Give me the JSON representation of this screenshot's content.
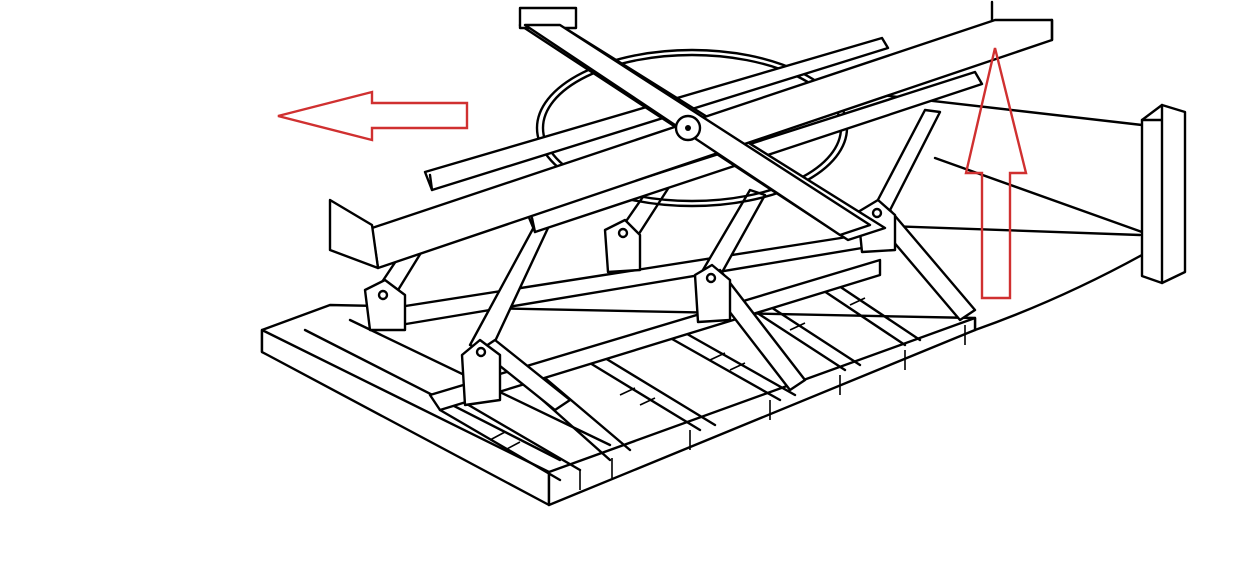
{
  "diagram": {
    "subject": "rotating-scissor-lift-platform",
    "colors": {
      "line": "#000000",
      "background": "#ffffff",
      "arrow": "#d03030"
    },
    "arrows": [
      {
        "name": "horizontal-motion-arrow",
        "direction": "left"
      },
      {
        "name": "vertical-lift-arrow",
        "direction": "up"
      }
    ]
  }
}
